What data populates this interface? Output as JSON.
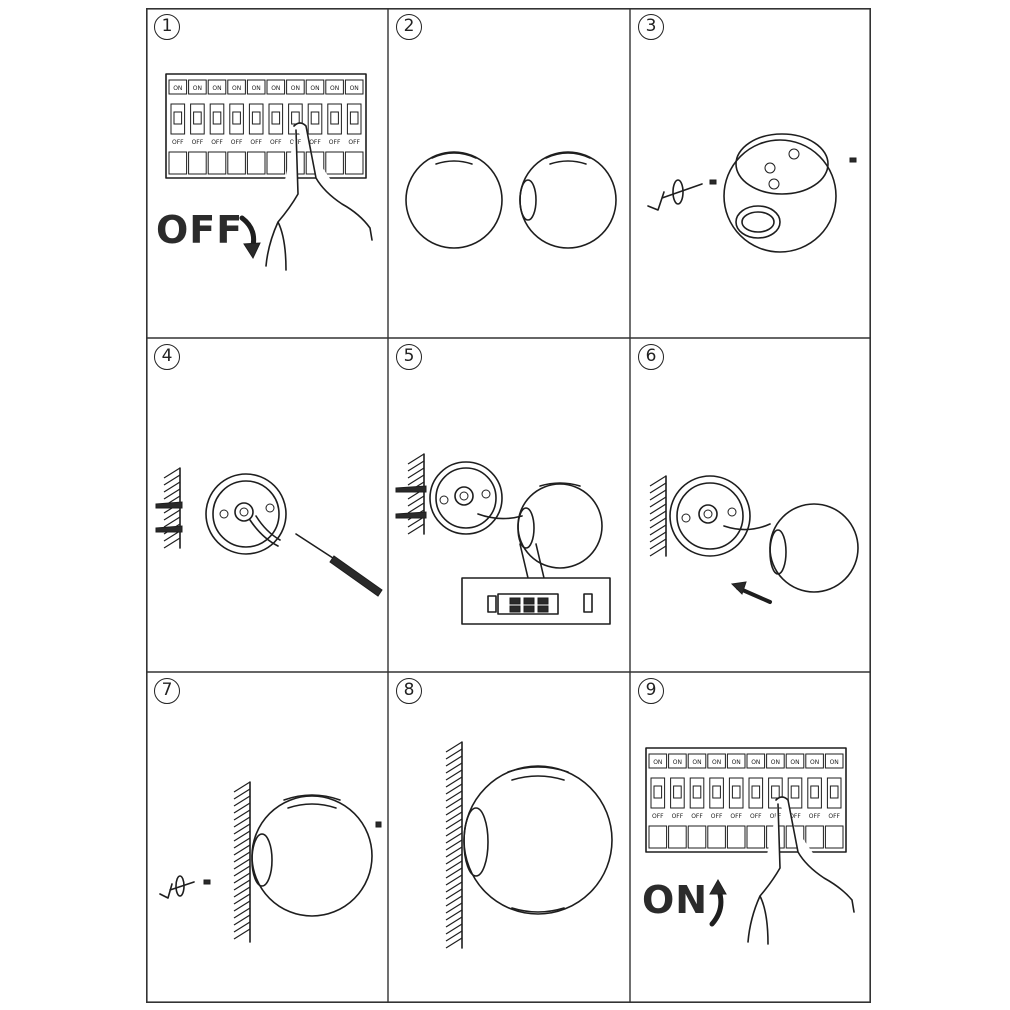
{
  "steps": [
    {
      "number": "1",
      "caption": "OFF"
    },
    {
      "number": "2"
    },
    {
      "number": "3"
    },
    {
      "number": "4"
    },
    {
      "number": "5"
    },
    {
      "number": "6"
    },
    {
      "number": "7"
    },
    {
      "number": "8"
    },
    {
      "number": "9",
      "caption": "ON"
    }
  ],
  "breaker": {
    "on_label": "ON",
    "off_label": "OFF"
  },
  "icons": {
    "breaker": "circuit-breaker-panel-icon",
    "hand": "pointing-hand-icon",
    "lamp": "sphere-wall-lamp-icon",
    "wall": "wall-hatch-icon",
    "screw": "screw-icon",
    "anchor": "wall-plug-icon",
    "screwdriver": "screwdriver-icon",
    "connector": "terminal-block-icon",
    "arrow": "direction-arrow-icon"
  },
  "colors": {
    "line": "#1e1e1e",
    "border": "#333333",
    "background": "#ffffff"
  }
}
